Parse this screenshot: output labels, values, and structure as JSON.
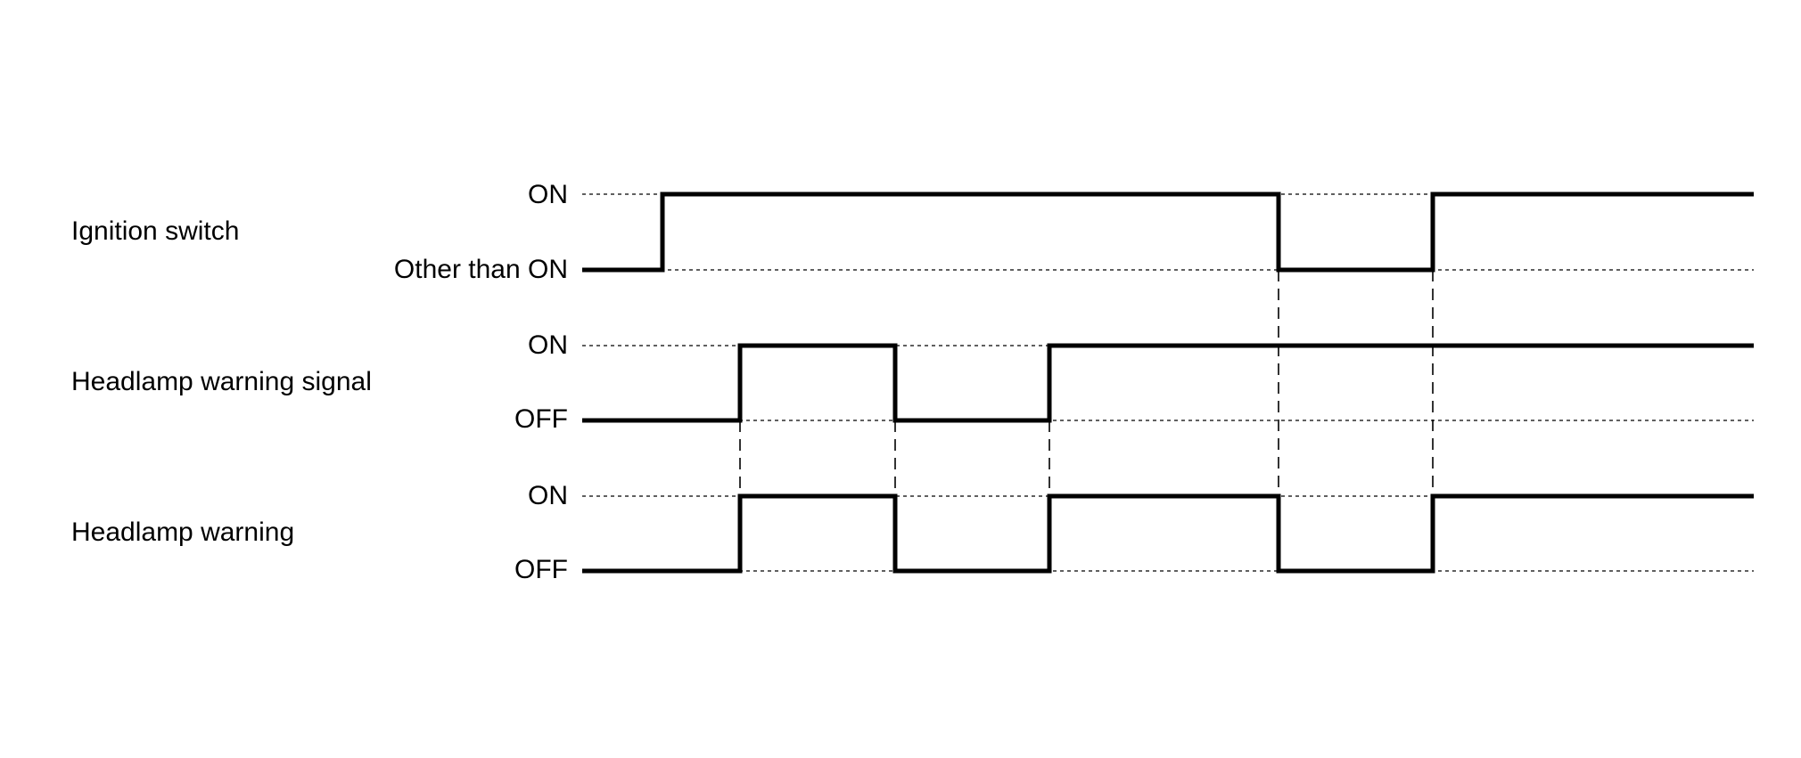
{
  "time_axis": {
    "events": [
      0,
      1,
      2,
      3,
      4,
      5,
      6
    ]
  },
  "signals": [
    {
      "name": "Ignition switch",
      "high_label": "ON",
      "low_label": "Other than ON",
      "transitions": [
        0,
        4,
        5
      ],
      "initial_state": "low"
    },
    {
      "name": "Headlamp warning signal",
      "high_label": "ON",
      "low_label": "OFF",
      "transitions": [
        1,
        2,
        3
      ],
      "initial_state": "low"
    },
    {
      "name": "Headlamp warning",
      "high_label": "ON",
      "low_label": "OFF",
      "transitions": [
        1,
        2,
        3,
        4,
        5
      ],
      "initial_state": "low"
    }
  ],
  "colors": {
    "line": "#000000",
    "background": "#ffffff"
  }
}
